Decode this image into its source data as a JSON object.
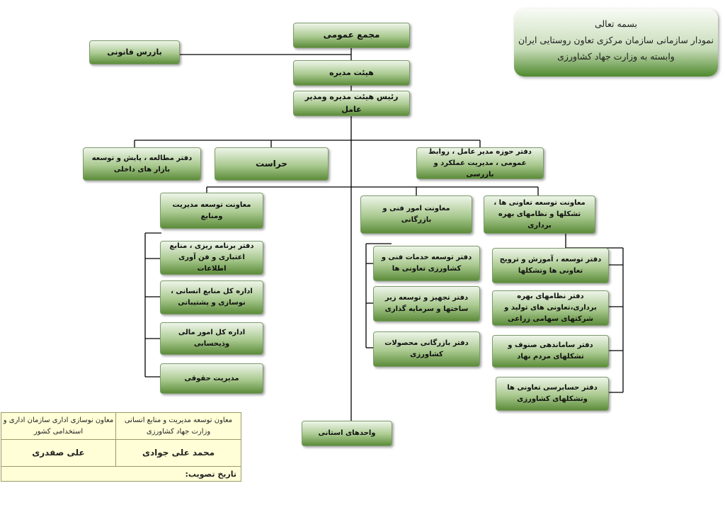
{
  "header": {
    "line1": "بسمه تعالی",
    "line2": "نمودار سازمانی سازمان مرکزی تعاون روستایی ایران",
    "line3": "وابسته به وزارت جهاد کشاورزی"
  },
  "nodes": {
    "general_assembly": "مجمع عمومی",
    "legal_inspector": "بازرس قانونی",
    "board": "هیئت مدیره",
    "chairman_ceo": "رئیس هیئت مدیره ومدیر عامل",
    "ceo_office": "دفتر حوزه مدیر عامل ، روابط عمومی ، مدیریت عملکرد و بازرسی",
    "security": "حراست",
    "domestic_market_office": "دفتر مطالعه ، پایش و توسعه بازار های داخلی",
    "deputy_management": "معاونت توسعه مدیریت ومنابع",
    "deputy_technical": "معاونت امور فنی و بازرگانی",
    "deputy_cooperatives": "معاونت توسعه تعاونی ها ، تشکلها و نظامهای بهره برداری",
    "planning_office": "دفتر برنامه ریزی ، منابع اعتباری و فن آوری اطلاعات",
    "hr_directorate": "اداره کل منابع انسانی ، نوسازی و پشتیبانی",
    "finance_directorate": "اداره کل امور مالی وذیحسابی",
    "legal_management": "مدیریت حقوقی",
    "technical_services_office": "دفتر توسعه خدمات فنی و کشاورزی تعاونی ها",
    "infrastructure_office": "دفتر تجهیز و توسعه زیر ساختها و سرمایه گذاری",
    "commerce_office": "دفتر بازرگانی محصولات کشاورزی",
    "coop_training_office": "دفتر توسعه ، آموزش و ترویج تعاونی ها وتشکلها",
    "exploitation_office": "دفتر نظامهای بهره برداری،تعاونی های تولید و شرکتهای سهامی زراعی",
    "guilds_office": "دفتر ساماندهی صنوف و تشکلهای مردم نهاد",
    "audit_office": "دفتر حسابرسی تعاونی ها وتشکلهای کشاورزی",
    "provincial_units": "واحدهای استانی"
  },
  "approval": {
    "right_title": "معاون توسعه مدیریت و منابع انسانی وزارت جهاد کشاورزی",
    "left_title": "معاون نوسازی اداری سازمان اداری و استخدامی کشور",
    "right_name": "محمد علی جوادی",
    "left_name": "علی صفدری",
    "date_label": "تاریخ تصویب:"
  },
  "colors": {
    "box_light": "#eef5e9",
    "box_mid": "#a9c98f",
    "box_dark": "#5c8c3a",
    "connector": "#000000",
    "approval_bg": "#fffed6"
  }
}
